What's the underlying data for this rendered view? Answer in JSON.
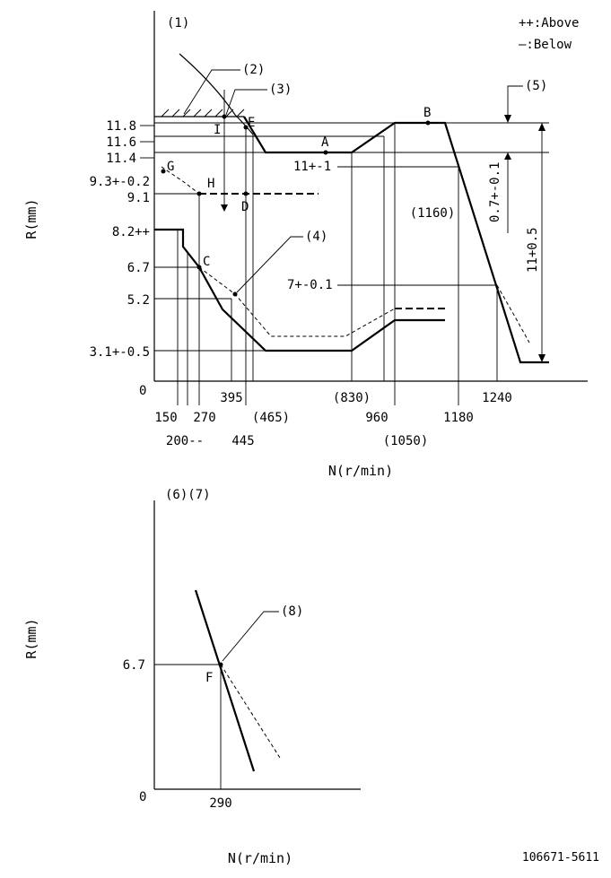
{
  "legend": {
    "above": "++:Above",
    "below": "—:Below"
  },
  "top_chart": {
    "panel_label": "(1)",
    "y_axis_label": "R(mm)",
    "x_axis_label": "N(r/min)",
    "origin_label": "0",
    "y_ticks": [
      "11.8",
      "11.6",
      "11.4",
      "9.3+-0.2",
      "9.1",
      "8.2++",
      "6.7",
      "5.2",
      "3.1+-0.5"
    ],
    "x_ticks_row1": [
      "395",
      "(465)",
      "(830)",
      "960",
      "1180",
      "1240"
    ],
    "x_ticks_row2": [
      "150",
      "270",
      "445",
      "(1050)"
    ],
    "x_tick_200": "200--",
    "point_labels": {
      "A": "A",
      "B": "B",
      "C": "C",
      "D": "D",
      "E": "E",
      "G": "G",
      "H": "H",
      "I": "I"
    },
    "callouts": {
      "c2": "(2)",
      "c3": "(3)",
      "c4": "(4)",
      "c5": "(5)"
    },
    "annotations": {
      "a_value": "11+-1",
      "b_speed": "(1160)",
      "droop": "7+-0.1",
      "gap": "0.7+-0.1",
      "range": "11+0.5"
    }
  },
  "bottom_chart": {
    "panel_labels": "(6)(7)",
    "y_axis_label": "R(mm)",
    "x_axis_label": "N(r/min)",
    "origin_label": "0",
    "y_tick": "6.7",
    "x_tick": "290",
    "point_label": "F",
    "callout": "(8)"
  },
  "drawing_number": "106671-5611"
}
